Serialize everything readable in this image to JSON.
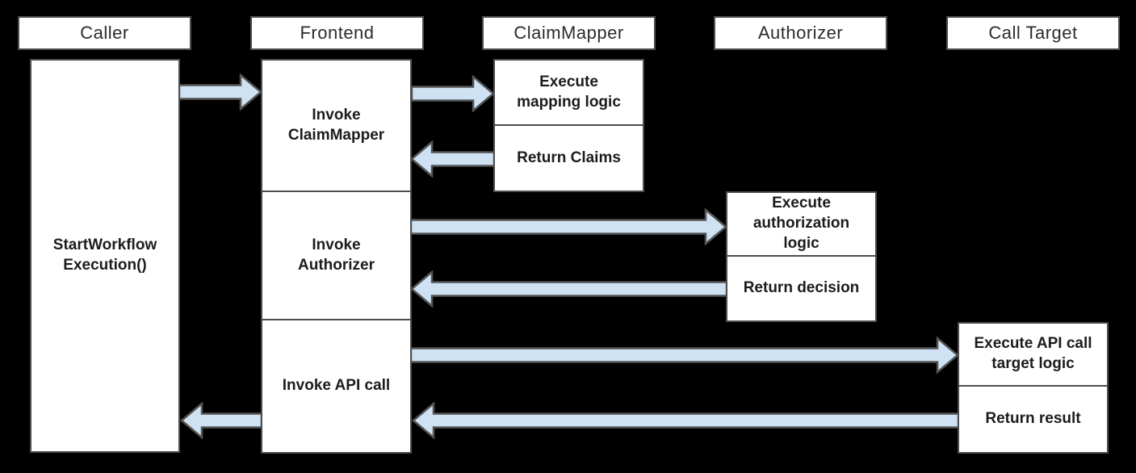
{
  "colors": {
    "background": "#000000",
    "box_fill": "#ffffff",
    "box_border": "#4d4d4d",
    "arrow_fill": "#cfe2f3",
    "arrow_stroke": "#545454",
    "text": "#1c1c1c",
    "header_text": "#2b2b2b"
  },
  "lanes": [
    {
      "label": "Caller"
    },
    {
      "label": "Frontend"
    },
    {
      "label": "ClaimMapper"
    },
    {
      "label": "Authorizer"
    },
    {
      "label": "Call Target"
    }
  ],
  "boxes": {
    "caller_exec": "StartWorkflow\nExecution()",
    "invoke_claimmapper": "Invoke\nClaimMapper",
    "invoke_authorizer": "Invoke\nAuthorizer",
    "invoke_api_call": "Invoke API call",
    "execute_mapping": "Execute\nmapping logic",
    "return_claims": "Return Claims",
    "execute_authorization": "Execute\nauthorization\nlogic",
    "return_decision": "Return decision",
    "execute_api_target": "Execute API call\ntarget logic",
    "return_result": "Return result"
  },
  "connections": [
    {
      "from": "Caller",
      "to": "Frontend",
      "via": "StartWorkflowExecution()"
    },
    {
      "from": "Frontend",
      "to": "ClaimMapper",
      "via": "Invoke ClaimMapper"
    },
    {
      "from": "ClaimMapper",
      "to": "Frontend",
      "via": "Return Claims"
    },
    {
      "from": "Frontend",
      "to": "Authorizer",
      "via": "Invoke Authorizer"
    },
    {
      "from": "Authorizer",
      "to": "Frontend",
      "via": "Return decision"
    },
    {
      "from": "Frontend",
      "to": "Call Target",
      "via": "Invoke API call"
    },
    {
      "from": "Call Target",
      "to": "Frontend",
      "via": "Return result"
    },
    {
      "from": "Frontend",
      "to": "Caller",
      "via": "Return result"
    }
  ]
}
